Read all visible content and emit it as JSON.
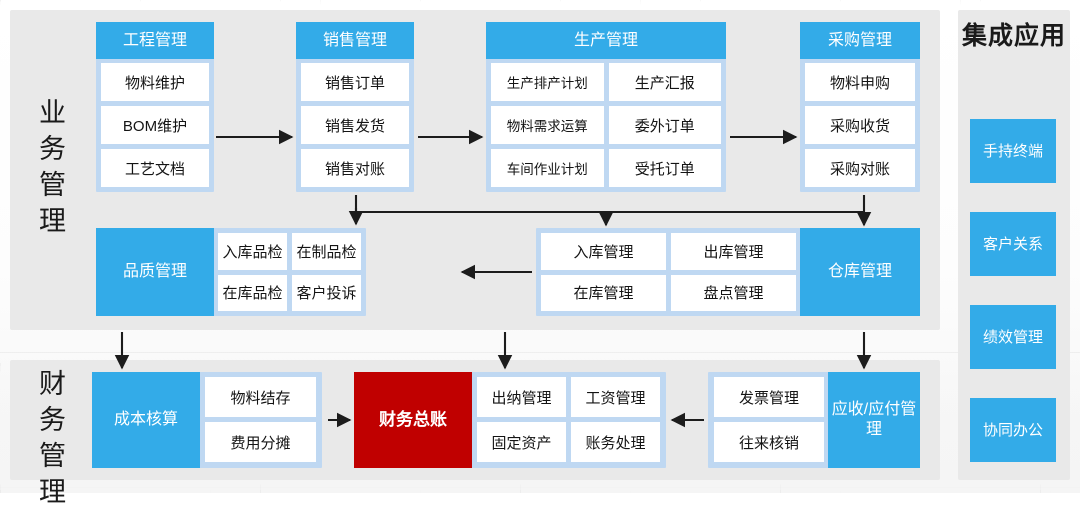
{
  "colors": {
    "panel_bg": "#e9e9e9",
    "group_bg": "#bfd8f2",
    "header_blue": "#33ABE8",
    "cell_white": "#ffffff",
    "accent_red": "#C00000",
    "text_dark": "#141414"
  },
  "panels": {
    "business": {
      "title": "业务管理"
    },
    "finance": {
      "title": "财务管理"
    },
    "integration": {
      "title": "集成应用"
    }
  },
  "groups": {
    "engineering": {
      "header": "工程管理",
      "cells": [
        "物料维护",
        "BOM维护",
        "工艺文档"
      ]
    },
    "sales": {
      "header": "销售管理",
      "cells": [
        "销售订单",
        "销售发货",
        "销售对账"
      ]
    },
    "production": {
      "header": "生产管理",
      "cells": [
        [
          "生产排产计划",
          "生产汇报"
        ],
        [
          "物料需求运算",
          "委外订单"
        ],
        [
          "车间作业计划",
          "受托订单"
        ]
      ]
    },
    "purchasing": {
      "header": "采购管理",
      "cells": [
        "物料申购",
        "采购收货",
        "采购对账"
      ]
    },
    "quality": {
      "header": "品质管理",
      "cells": [
        [
          "入库品检",
          "在制品检"
        ],
        [
          "在库品检",
          "客户投诉"
        ]
      ]
    },
    "warehouse": {
      "header": "仓库管理",
      "cells": [
        [
          "入库管理",
          "出库管理"
        ],
        [
          "在库管理",
          "盘点管理"
        ]
      ]
    },
    "costing": {
      "header": "成本核算",
      "cells": [
        "物料结存",
        "费用分摊"
      ]
    },
    "ledger": {
      "header": "财务总账",
      "cells": [
        [
          "出纳管理",
          "工资管理"
        ],
        [
          "固定资产",
          "账务处理"
        ]
      ]
    },
    "receivable": {
      "header": "应收/应付管理",
      "cells": [
        "发票管理",
        "往来核销"
      ]
    }
  },
  "integration_apps": [
    {
      "label": "手持终端"
    },
    {
      "label": "客户关系"
    },
    {
      "label": "绩效管理"
    },
    {
      "label": "协同办公"
    }
  ]
}
